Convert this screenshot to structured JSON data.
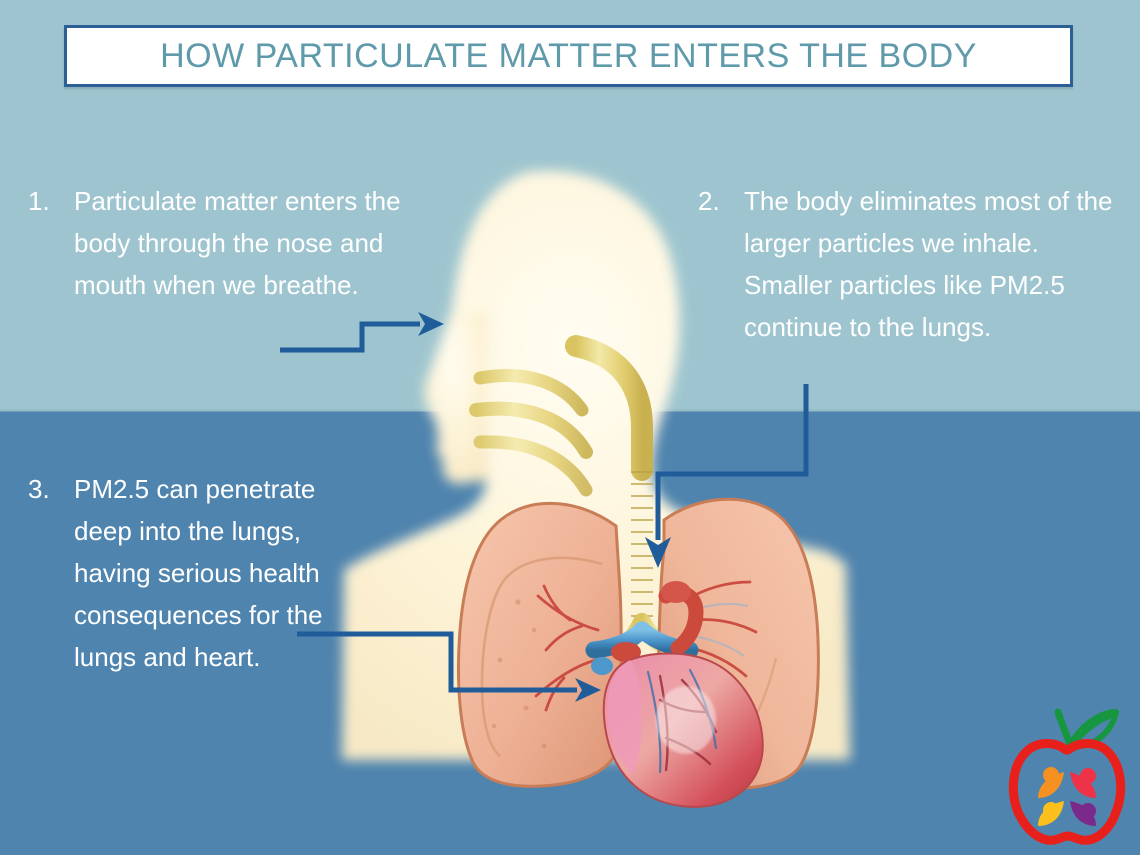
{
  "header": {
    "title": "HOW PARTICULATE MATTER ENTERS THE BODY"
  },
  "colors": {
    "band_top": "#9ec5cf",
    "band_bottom": "#4f84ae",
    "title_text": "#5f9aab",
    "title_border": "#2b5f96",
    "arrow": "#1f5c99",
    "callout_text": "#ffffff",
    "body_silhouette": "#fdf4d8",
    "airway": "#e3d27a",
    "lung": "#f0b295",
    "heart_pink": "#e8879f",
    "vessel_blue": "#5a9fd4",
    "vessel_red": "#d4483f",
    "logo_apple": "#e8201c",
    "logo_leaf": "#16963f",
    "logo_figure_orange": "#f59120",
    "logo_figure_red": "#ee3248",
    "logo_figure_yellow": "#fbc01b",
    "logo_figure_purple": "#7b2a8c"
  },
  "callouts": [
    {
      "number": "1.",
      "text": "Particulate matter enters the body through the nose and mouth when we breathe.",
      "connector": "arrow-to-nose"
    },
    {
      "number": "2.",
      "text": "The body eliminates most of the larger particles we inhale.  Smaller particles like PM2.5 continue to the lungs.",
      "connector": "arrow-to-lung"
    },
    {
      "number": "3.",
      "text": "PM2.5 can penetrate deep into the lungs, having serious health consequences for the lungs and heart.",
      "connector": "arrow-to-heart"
    }
  ],
  "illustration": {
    "name": "human-respiratory-system-diagram",
    "parts": [
      "head-profile-silhouette",
      "nasal-passage",
      "pharynx",
      "trachea",
      "left-lung",
      "right-lung",
      "heart",
      "pulmonary-vessels"
    ]
  },
  "logo": {
    "name": "apple-with-people-logo",
    "elements": [
      "apple-outline",
      "stem",
      "leaf",
      "figure-orange",
      "figure-red",
      "figure-yellow",
      "figure-purple"
    ]
  }
}
